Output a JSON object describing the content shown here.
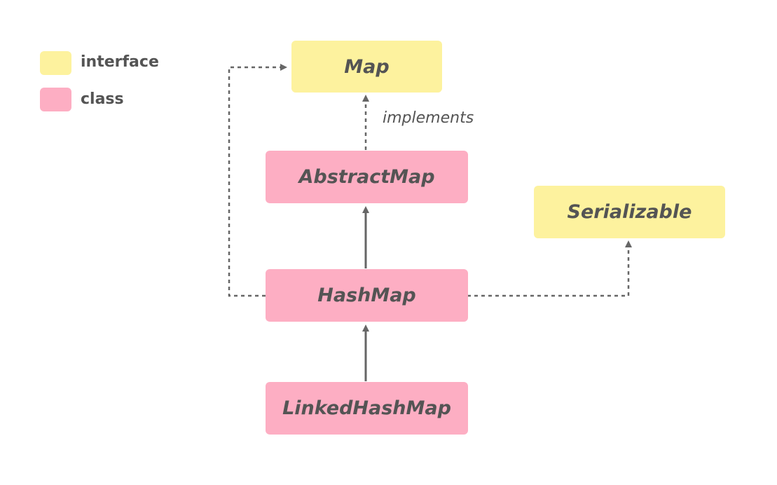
{
  "legend": {
    "interface_label": "interface",
    "class_label": "class"
  },
  "nodes": {
    "map": "Map",
    "abstract_map": "AbstractMap",
    "serializable": "Serializable",
    "hash_map": "HashMap",
    "linked_hash_map": "LinkedHashMap"
  },
  "edges": {
    "implements_label": "implements"
  },
  "colors": {
    "interface": "#fdf29e",
    "class": "#fdaec3",
    "text": "#545454",
    "line": "#666666"
  }
}
